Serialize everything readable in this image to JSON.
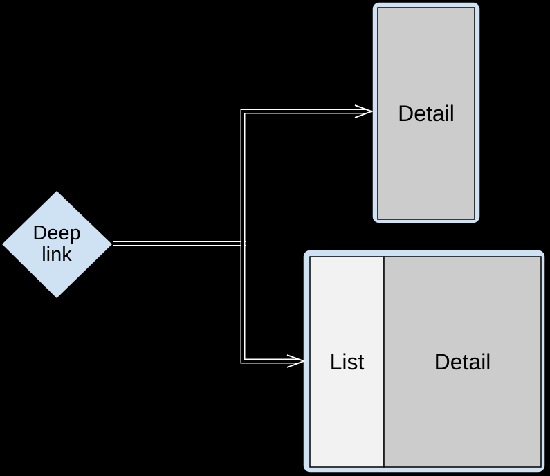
{
  "background": "#000000",
  "nodes": {
    "deep_link": {
      "label": "Deep link",
      "shape": "diamond",
      "fill": "#cfe2f3",
      "border": "#000000"
    },
    "detail_screen": {
      "label": "Detail",
      "frame_fill": "#cfe2f3",
      "panel_fill": "#cccccc",
      "border": "#000000"
    },
    "list_detail_screen": {
      "list_label": "List",
      "detail_label": "Detail",
      "frame_fill": "#cfe2f3",
      "list_fill": "#f2f2f2",
      "detail_fill": "#cccccc",
      "border": "#000000"
    }
  },
  "connectors": {
    "style": "hollow-outlined-arrow",
    "outline": "#ffffff",
    "interior": "#000000",
    "from": "Deep link",
    "to": [
      "Detail",
      "List + Detail"
    ]
  }
}
